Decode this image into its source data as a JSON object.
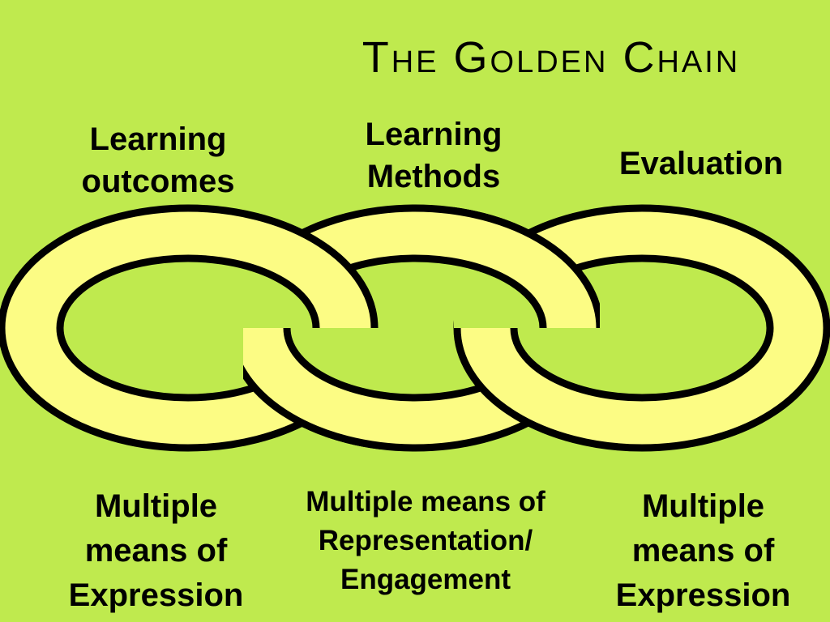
{
  "slide": {
    "title": "The Golden Chain",
    "top_labels": {
      "left": "Learning\noutcomes",
      "center": "Learning\nMethods",
      "right": "Evaluation"
    },
    "bottom_labels": {
      "left": "Multiple\nmeans of\nExpression",
      "center": "Multiple means of\nRepresentation/\nEngagement",
      "right": "Multiple\nmeans of\nExpression"
    },
    "colors": {
      "background": "#bfea4e",
      "link_fill": "#fcfc84",
      "outline": "#000000"
    }
  }
}
